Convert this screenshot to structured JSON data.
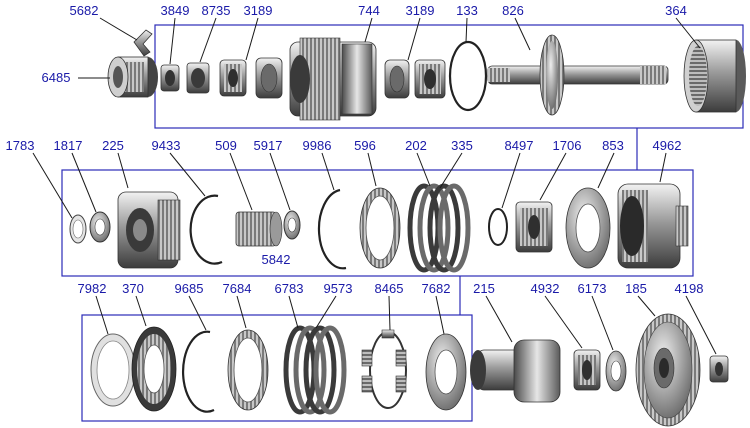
{
  "colors": {
    "label": "#1a1aa8",
    "frame": "#2b2bb8",
    "leader": "#1a1a1a",
    "metal_dark": "#3a3a3a",
    "metal_mid": "#8a8a8a",
    "metal_light": "#d8d8d8"
  },
  "labels": {
    "p5682": "5682",
    "p3849": "3849",
    "p8735": "8735",
    "p3189a": "3189",
    "p744": "744",
    "p3189b": "3189",
    "p133": "133",
    "p826": "826",
    "p364": "364",
    "p6485": "6485",
    "p1783": "1783",
    "p1817": "1817",
    "p225": "225",
    "p9433": "9433",
    "p509": "509",
    "p5917": "5917",
    "p9986": "9986",
    "p596": "596",
    "p202": "202",
    "p335": "335",
    "p8497": "8497",
    "p1706": "1706",
    "p853": "853",
    "p4962": "4962",
    "p5842": "5842",
    "p7982": "7982",
    "p370": "370",
    "p9685": "9685",
    "p7684": "7684",
    "p6783": "6783",
    "p9573": "9573",
    "p8465": "8465",
    "p7682": "7682",
    "p215": "215",
    "p4932": "4932",
    "p6173": "6173",
    "p185": "185",
    "p4198": "4198"
  }
}
